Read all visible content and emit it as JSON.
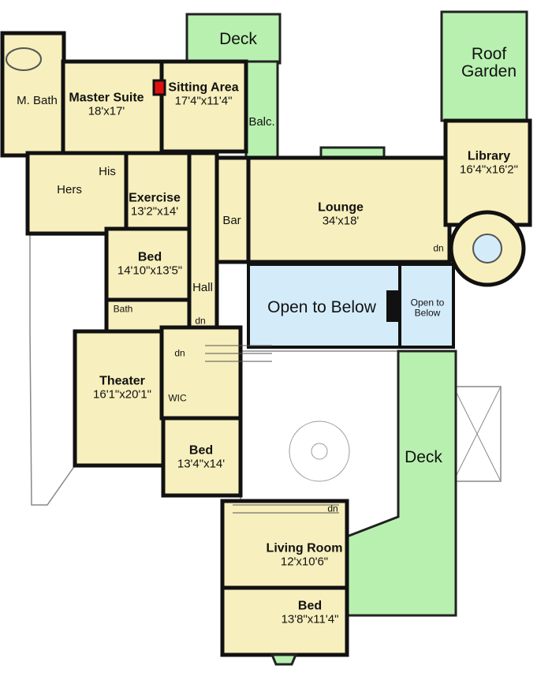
{
  "rooms": {
    "m_bath": {
      "name": "M. Bath"
    },
    "master_suite": {
      "name": "Master Suite",
      "size": "18'x17'"
    },
    "sitting_area": {
      "name": "Sitting Area",
      "size": "17'4\"x11'4\""
    },
    "deck_top": {
      "name": "Deck"
    },
    "balcony": {
      "name": "Balc."
    },
    "hers": {
      "name": "Hers"
    },
    "his": {
      "name": "His"
    },
    "exercise": {
      "name": "Exercise",
      "size": "13'2\"x14'"
    },
    "bar": {
      "name": "Bar"
    },
    "hall": {
      "name": "Hall"
    },
    "bed1": {
      "name": "Bed",
      "size": "14'10\"x13'5\""
    },
    "bath": {
      "name": "Bath"
    },
    "lounge": {
      "name": "Lounge",
      "size": "34'x18'"
    },
    "roof_garden": {
      "name": "Roof Garden"
    },
    "library": {
      "name": "Library",
      "size": "16'4\"x16'2\""
    },
    "open_below_1": {
      "name": "Open to Below"
    },
    "open_below_2": {
      "name": "Open to Below"
    },
    "theater": {
      "name": "Theater",
      "size": "16'1\"x20'1\""
    },
    "wic": {
      "name": "WIC"
    },
    "bed2": {
      "name": "Bed",
      "size": "13'4\"x14'"
    },
    "deck_right": {
      "name": "Deck"
    },
    "living_room": {
      "name": "Living Room",
      "size": "12'x10'6\""
    },
    "bed3": {
      "name": "Bed",
      "size": "13'8\"x11'4\""
    }
  },
  "stair_labels": {
    "dn1": "dn",
    "dn2": "dn",
    "dn3": "dn",
    "dn4": "dn"
  },
  "colors": {
    "room": "#f7efbd",
    "deck": "#b8f0b0",
    "open_to_below": "#d4ecfa",
    "fireplace": "#e01010"
  }
}
